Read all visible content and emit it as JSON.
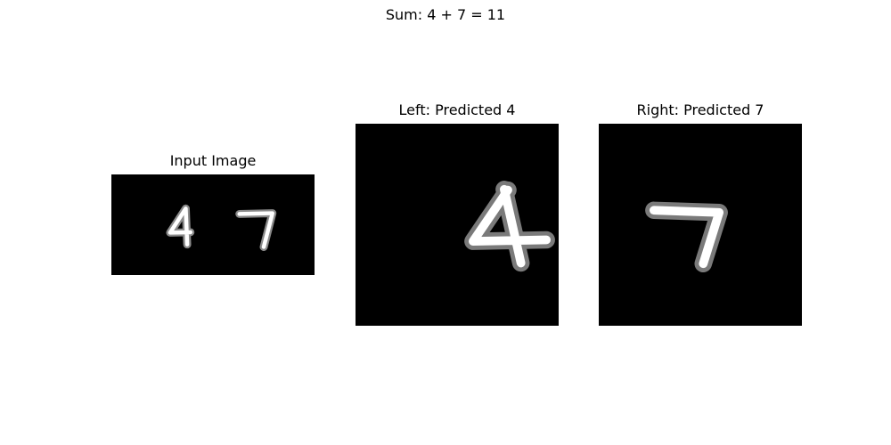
{
  "figure": {
    "suptitle": "Sum: 4 + 7 = 11"
  },
  "panels": {
    "input": {
      "title": "Input Image"
    },
    "left": {
      "title": "Left: Predicted 4",
      "digit": 4
    },
    "right": {
      "title": "Right: Predicted 7",
      "digit": 7
    }
  },
  "prediction": {
    "left_digit": 4,
    "right_digit": 7,
    "sum": 11
  },
  "colors": {
    "background": "#000000",
    "stroke": "#ffffff",
    "blur": "#9a9a9a"
  }
}
